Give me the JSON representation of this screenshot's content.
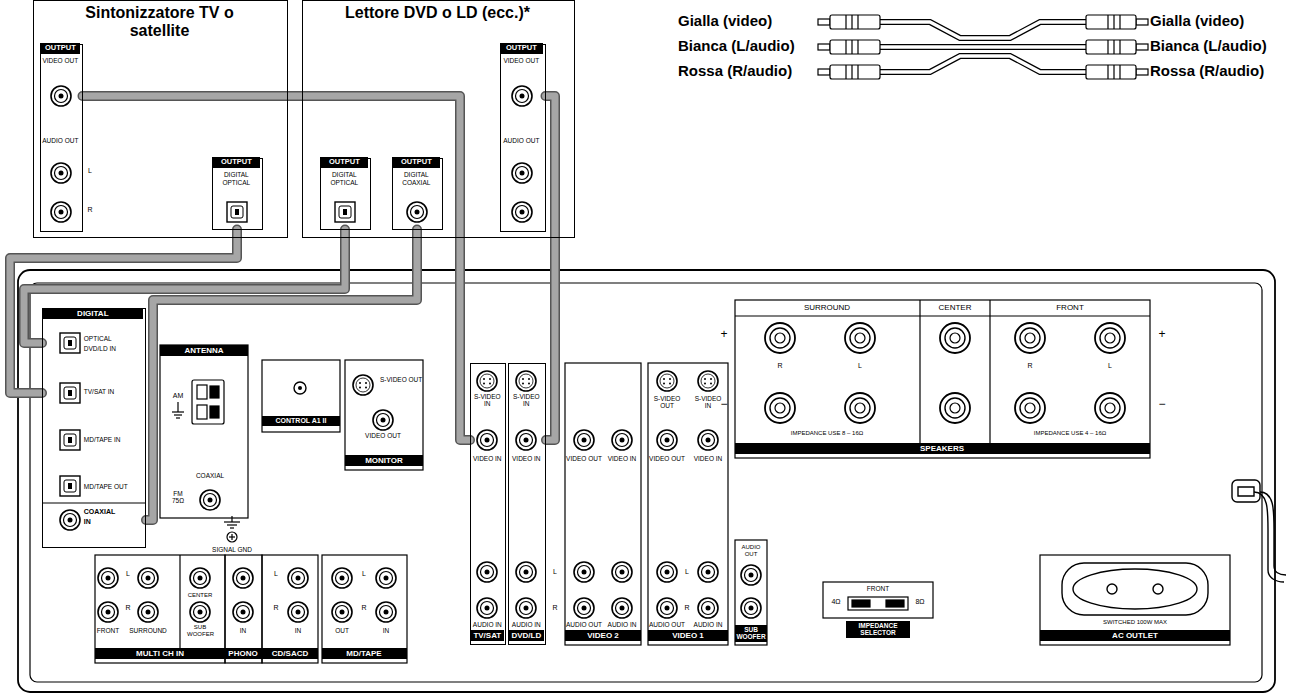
{
  "diagram": {
    "nodes": [
      {
        "text": [
          "Sintonizzatore TV o satellite"
        ]
      },
      {
        "text": [
          "OUTPUT",
          "VIDEO OUT",
          "AUDIO OUT"
        ],
        "in": 0
      },
      {
        "text": [
          "OUTPUT",
          "DIGITAL OPTICAL"
        ],
        "in": 0
      },
      {
        "text": [
          "Lettore DVD o LD (ecc.)*"
        ]
      },
      {
        "text": [
          "OUTPUT",
          "DIGITAL OPTICAL"
        ],
        "in": 3
      },
      {
        "text": [
          "OUTPUT",
          "DIGITAL COAXIAL"
        ],
        "in": 3
      },
      {
        "text": [
          "OUTPUT",
          "VIDEO OUT",
          "AUDIO OUT"
        ],
        "in": 3
      },
      {
        "text": [
          "DIGITAL",
          "OPTICAL",
          "DVD/LD IN",
          "TV/SAT IN",
          "MD/TAPE IN",
          "MD/TAPE OUT",
          "COAXIAL",
          "IN"
        ]
      },
      {
        "text": [
          "S-VIDEO IN",
          "VIDEO IN",
          "AUDIO IN",
          "TV/SAT"
        ]
      },
      {
        "text": [
          "S-VIDEO IN",
          "VIDEO IN",
          "AUDIO IN",
          "DVD/LD"
        ]
      }
    ],
    "edges": [
      {
        "from": 1,
        "to": 8,
        "arrow": "none"
      },
      {
        "from": 2,
        "to": 7,
        "arrow": "none"
      },
      {
        "from": 6,
        "to": 9,
        "arrow": "none"
      },
      {
        "from": 4,
        "to": 7,
        "arrow": "none"
      },
      {
        "from": 5,
        "to": 7,
        "arrow": "none"
      }
    ],
    "labels": [
      "Gialla (video)",
      "Bianca (L/audio)",
      "Rossa (R/audio)",
      "Gialla (video)",
      "Bianca (L/audio)",
      "Rossa (R/audio)",
      "L",
      "R",
      "ANTENNA",
      "AM",
      "COAXIAL",
      "FM 75Ω",
      "SIGNAL GND",
      "CONTROL A1 II",
      "S-VIDEO OUT",
      "VIDEO OUT",
      "MONITOR",
      "L",
      "R",
      "VIDEO OUT",
      "VIDEO IN",
      "AUDIO OUT",
      "AUDIO IN",
      "VIDEO 2",
      "S-VIDEO OUT",
      "S-VIDEO IN",
      "VIDEO OUT",
      "VIDEO IN",
      "L",
      "R",
      "AUDIO OUT",
      "AUDIO IN",
      "VIDEO 1",
      "AUDIO OUT",
      "SUB WOOFER",
      "SURROUND",
      "CENTER",
      "FRONT",
      "+",
      "R",
      "L",
      "R",
      "L",
      "+",
      "−",
      "−",
      "IMPEDANCE USE 8 – 16Ω",
      "IMPEDANCE USE 4 – 16Ω",
      "SPEAKERS",
      "4Ω",
      "FRONT",
      "8Ω",
      "IMPEDANCE SELECTOR",
      "SWITCHED 100W MAX",
      "AC OUTLET",
      "L",
      "R",
      "CENTER",
      "FRONT",
      "SURROUND",
      "SUB WOOFER",
      "MULTI CH IN",
      "L",
      "R",
      "IN",
      "PHONO",
      "IN",
      "CD/SACD",
      "L",
      "R",
      "OUT",
      "IN",
      "MD/TAPE"
    ]
  }
}
